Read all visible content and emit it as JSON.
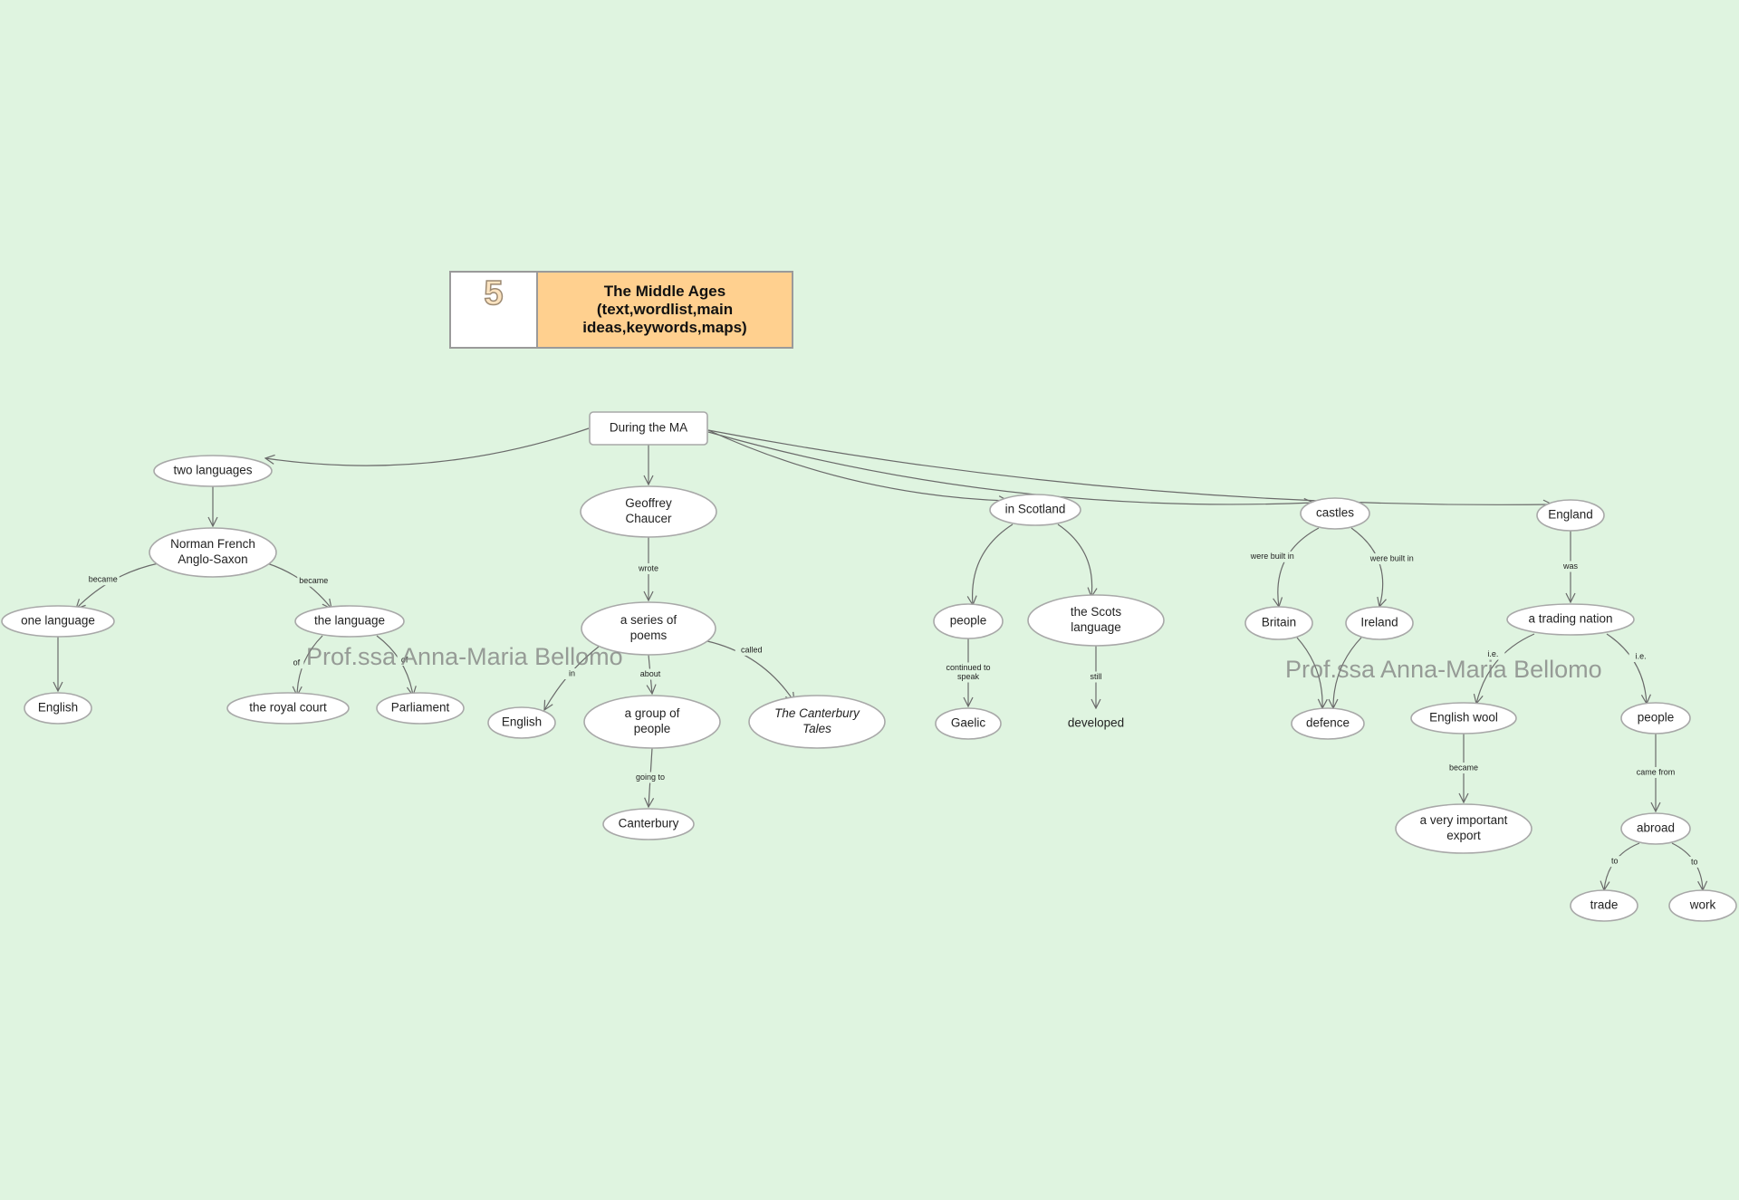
{
  "header": {
    "number": "5",
    "title": "The Middle Ages\n(text,wordlist,main\nideas,keywords,maps)"
  },
  "watermarks": [
    "Prof.ssa Anna-Maria Bellomo",
    "Prof.ssa Anna-Maria Bellomo"
  ],
  "colors": {
    "background": "#dff4e0",
    "title_fill": "#ffd08f",
    "node_fill": "#ffffff",
    "node_stroke": "#a8a8a8",
    "edge_stroke": "#6a6a6a"
  },
  "nodes": [
    {
      "id": "root",
      "label": "During the MA",
      "shape": "rect"
    },
    {
      "id": "two-languages",
      "label": "two languages",
      "shape": "ellipse"
    },
    {
      "id": "norman-french",
      "label": "Norman French\nAnglo-Saxon",
      "shape": "ellipse"
    },
    {
      "id": "one-language",
      "label": "one language",
      "shape": "ellipse"
    },
    {
      "id": "english-1",
      "label": "English",
      "shape": "ellipse"
    },
    {
      "id": "the-language",
      "label": "the language",
      "shape": "ellipse"
    },
    {
      "id": "royal-court",
      "label": "the royal court",
      "shape": "ellipse"
    },
    {
      "id": "parliament",
      "label": "Parliament",
      "shape": "ellipse"
    },
    {
      "id": "chaucer",
      "label": "Geoffrey\nChaucer",
      "shape": "ellipse"
    },
    {
      "id": "series-of-poems",
      "label": "a series of\npoems",
      "shape": "ellipse"
    },
    {
      "id": "english-2",
      "label": "English",
      "shape": "ellipse"
    },
    {
      "id": "group-of-people",
      "label": "a group of\npeople",
      "shape": "ellipse"
    },
    {
      "id": "canterbury-tales",
      "label": "The Canterbury\nTales",
      "shape": "ellipse",
      "italic": true
    },
    {
      "id": "canterbury",
      "label": "Canterbury",
      "shape": "ellipse"
    },
    {
      "id": "in-scotland",
      "label": "in Scotland",
      "shape": "ellipse"
    },
    {
      "id": "people-scot",
      "label": "people",
      "shape": "ellipse"
    },
    {
      "id": "scots-language",
      "label": "the Scots\nlanguage",
      "shape": "ellipse"
    },
    {
      "id": "gaelic",
      "label": "Gaelic",
      "shape": "ellipse"
    },
    {
      "id": "developed",
      "label": "developed",
      "shape": "plain"
    },
    {
      "id": "castles",
      "label": "castles",
      "shape": "ellipse"
    },
    {
      "id": "britain",
      "label": "Britain",
      "shape": "ellipse"
    },
    {
      "id": "ireland",
      "label": "Ireland",
      "shape": "ellipse"
    },
    {
      "id": "defence",
      "label": "defence",
      "shape": "ellipse"
    },
    {
      "id": "england",
      "label": "England",
      "shape": "ellipse"
    },
    {
      "id": "trading-nation",
      "label": "a trading nation",
      "shape": "ellipse"
    },
    {
      "id": "english-wool",
      "label": "English wool",
      "shape": "ellipse"
    },
    {
      "id": "important-export",
      "label": "a very important\nexport",
      "shape": "ellipse"
    },
    {
      "id": "people-eng",
      "label": "people",
      "shape": "ellipse"
    },
    {
      "id": "abroad",
      "label": "abroad",
      "shape": "ellipse"
    },
    {
      "id": "trade",
      "label": "trade",
      "shape": "ellipse"
    },
    {
      "id": "work",
      "label": "work",
      "shape": "ellipse"
    }
  ],
  "edges": [
    {
      "from": "root",
      "to": "two-languages",
      "label": ""
    },
    {
      "from": "root",
      "to": "chaucer",
      "label": ""
    },
    {
      "from": "root",
      "to": "in-scotland",
      "label": ""
    },
    {
      "from": "root",
      "to": "castles",
      "label": ""
    },
    {
      "from": "root",
      "to": "england",
      "label": ""
    },
    {
      "from": "two-languages",
      "to": "norman-french",
      "label": ""
    },
    {
      "from": "norman-french",
      "to": "one-language",
      "label": "became"
    },
    {
      "from": "norman-french",
      "to": "the-language",
      "label": "became"
    },
    {
      "from": "one-language",
      "to": "english-1",
      "label": ""
    },
    {
      "from": "the-language",
      "to": "royal-court",
      "label": "of"
    },
    {
      "from": "the-language",
      "to": "parliament",
      "label": "of"
    },
    {
      "from": "chaucer",
      "to": "series-of-poems",
      "label": "wrote"
    },
    {
      "from": "series-of-poems",
      "to": "english-2",
      "label": "in"
    },
    {
      "from": "series-of-poems",
      "to": "group-of-people",
      "label": "about"
    },
    {
      "from": "series-of-poems",
      "to": "canterbury-tales",
      "label": "called"
    },
    {
      "from": "group-of-people",
      "to": "canterbury",
      "label": "going to"
    },
    {
      "from": "in-scotland",
      "to": "people-scot",
      "label": ""
    },
    {
      "from": "in-scotland",
      "to": "scots-language",
      "label": ""
    },
    {
      "from": "people-scot",
      "to": "gaelic",
      "label": "continued to\nspeak"
    },
    {
      "from": "scots-language",
      "to": "developed",
      "label": "still"
    },
    {
      "from": "castles",
      "to": "britain",
      "label": "were built in"
    },
    {
      "from": "castles",
      "to": "ireland",
      "label": "were built in"
    },
    {
      "from": "britain",
      "to": "defence",
      "label": ""
    },
    {
      "from": "ireland",
      "to": "defence",
      "label": ""
    },
    {
      "from": "england",
      "to": "trading-nation",
      "label": "was"
    },
    {
      "from": "trading-nation",
      "to": "english-wool",
      "label": "i.e."
    },
    {
      "from": "trading-nation",
      "to": "people-eng",
      "label": "i.e."
    },
    {
      "from": "english-wool",
      "to": "important-export",
      "label": "became"
    },
    {
      "from": "people-eng",
      "to": "abroad",
      "label": "came from"
    },
    {
      "from": "abroad",
      "to": "trade",
      "label": "to"
    },
    {
      "from": "abroad",
      "to": "work",
      "label": "to"
    }
  ]
}
